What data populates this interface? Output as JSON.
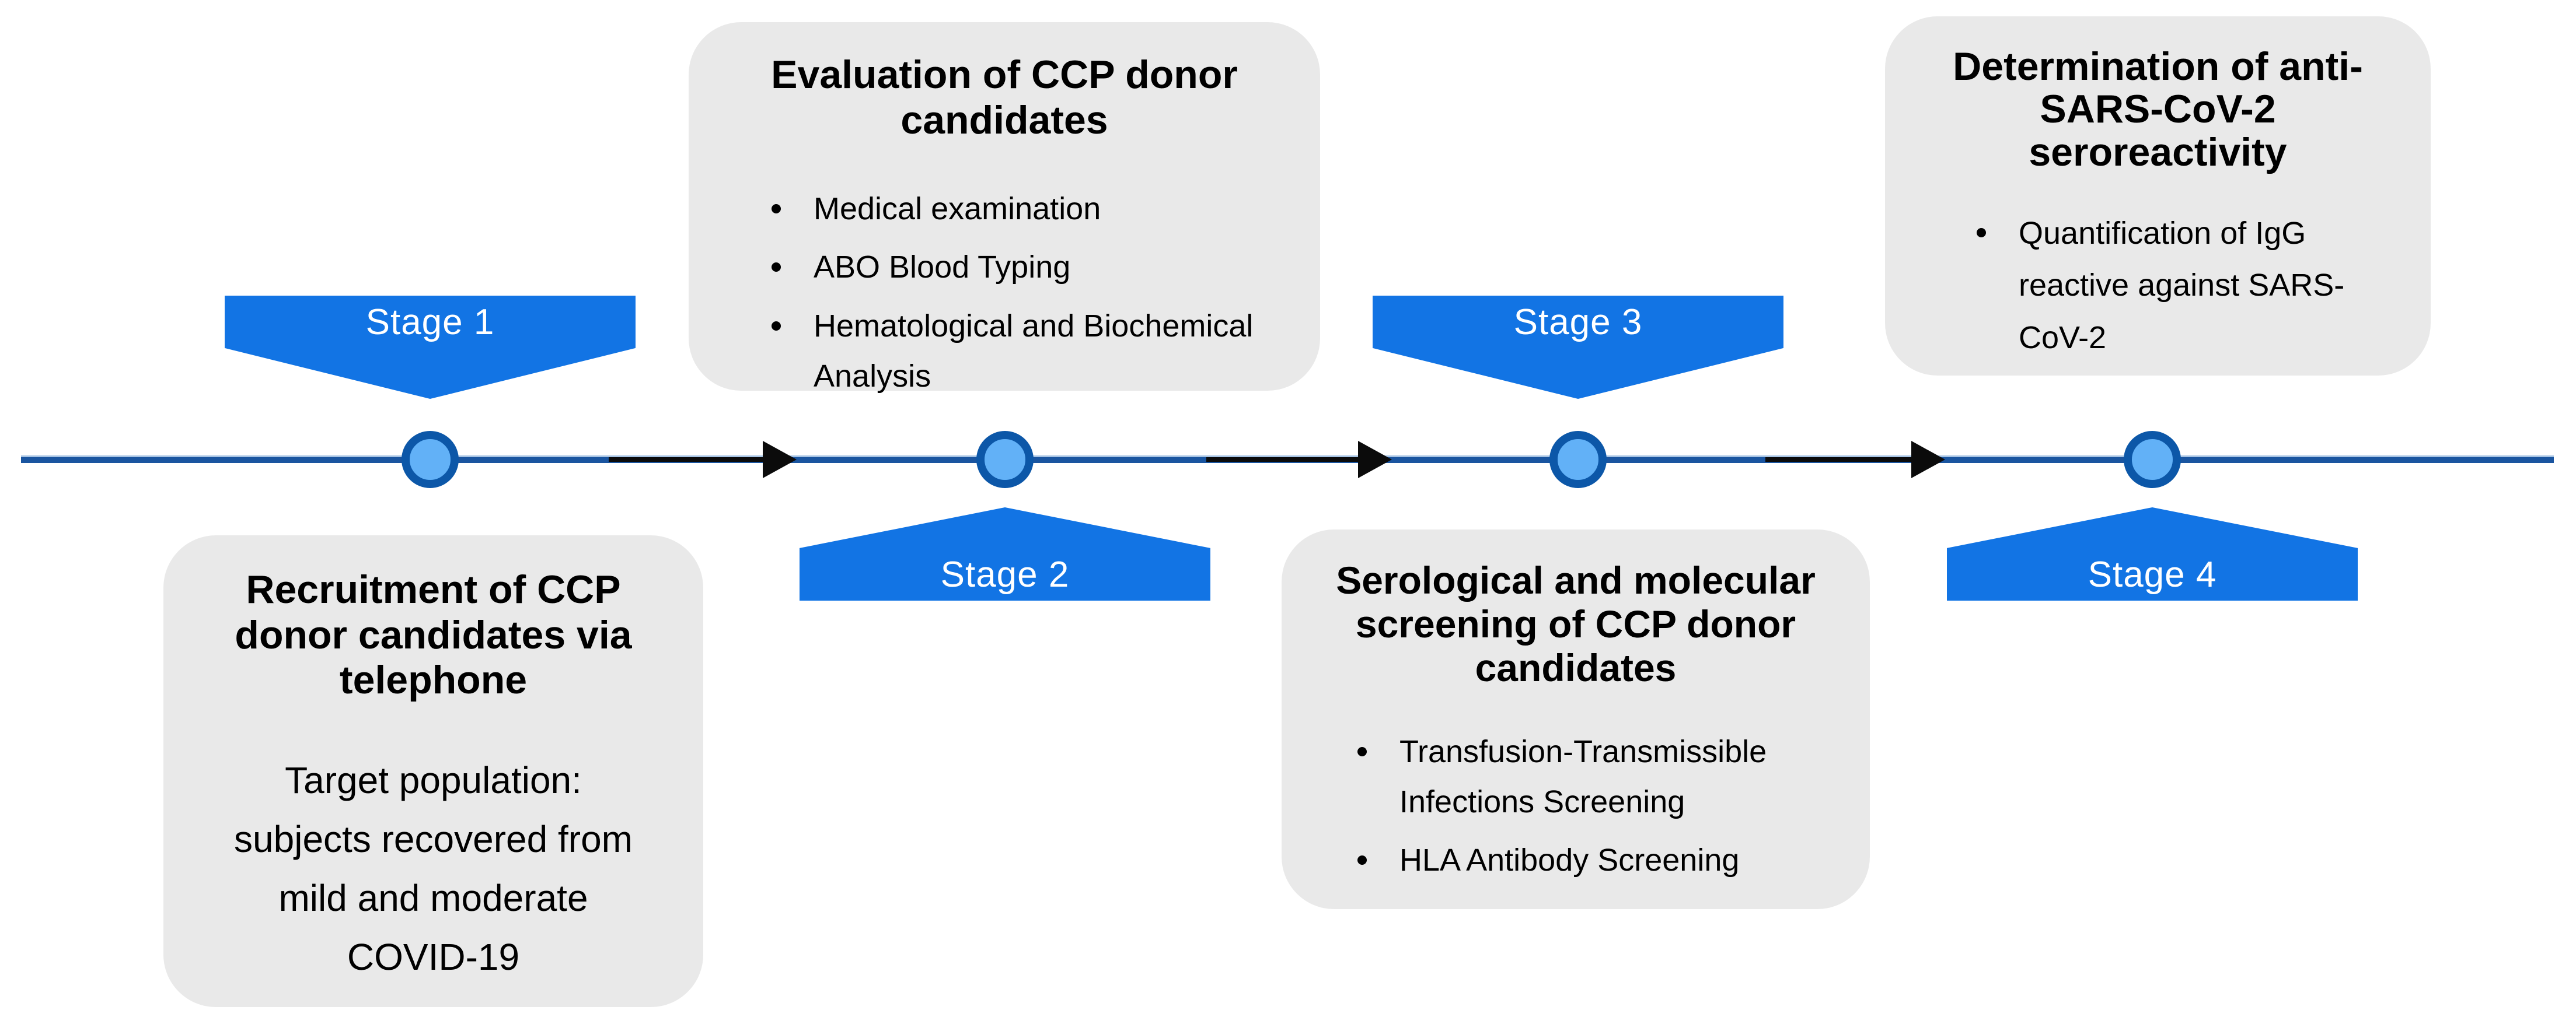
{
  "colors": {
    "banner_blue": "#1274E4",
    "banner_text": "#FFFFFF",
    "node_fill": "#62B1F7",
    "node_ring": "#0C57A8",
    "timeline_blue": "#1A55A0",
    "timeline_highlight": "#A6C3E3",
    "arrow_black": "#0B0B0B",
    "box_gray": "#E9E9E9",
    "text_black": "#000000"
  },
  "diagram": {
    "stages": [
      {
        "label": "Stage 1"
      },
      {
        "label": "Stage 2"
      },
      {
        "label": "Stage 3"
      },
      {
        "label": "Stage 4"
      }
    ],
    "boxes": {
      "evaluation": {
        "title": "Evaluation of CCP donor\ncandidates",
        "bullets": [
          "Medical examination",
          "ABO Blood Typing",
          "Hematological and Biochemical\nAnalysis"
        ]
      },
      "recruitment": {
        "title": "Recruitment of CCP\ndonor candidates via\ntelephone",
        "paragraph": "Target population:\nsubjects recovered from\nmild and moderate\nCOVID-19"
      },
      "screening": {
        "title": "Serological and molecular\nscreening of CCP donor\ncandidates",
        "bullets": [
          "Transfusion-Transmissible\nInfections Screening",
          "HLA Antibody Screening"
        ]
      },
      "seroreactivity": {
        "title": "Determination of anti-\nSARS-CoV-2\nseroreactivity",
        "bullets": [
          "Quantification of IgG\nreactive against SARS-\nCoV-2"
        ]
      }
    }
  }
}
